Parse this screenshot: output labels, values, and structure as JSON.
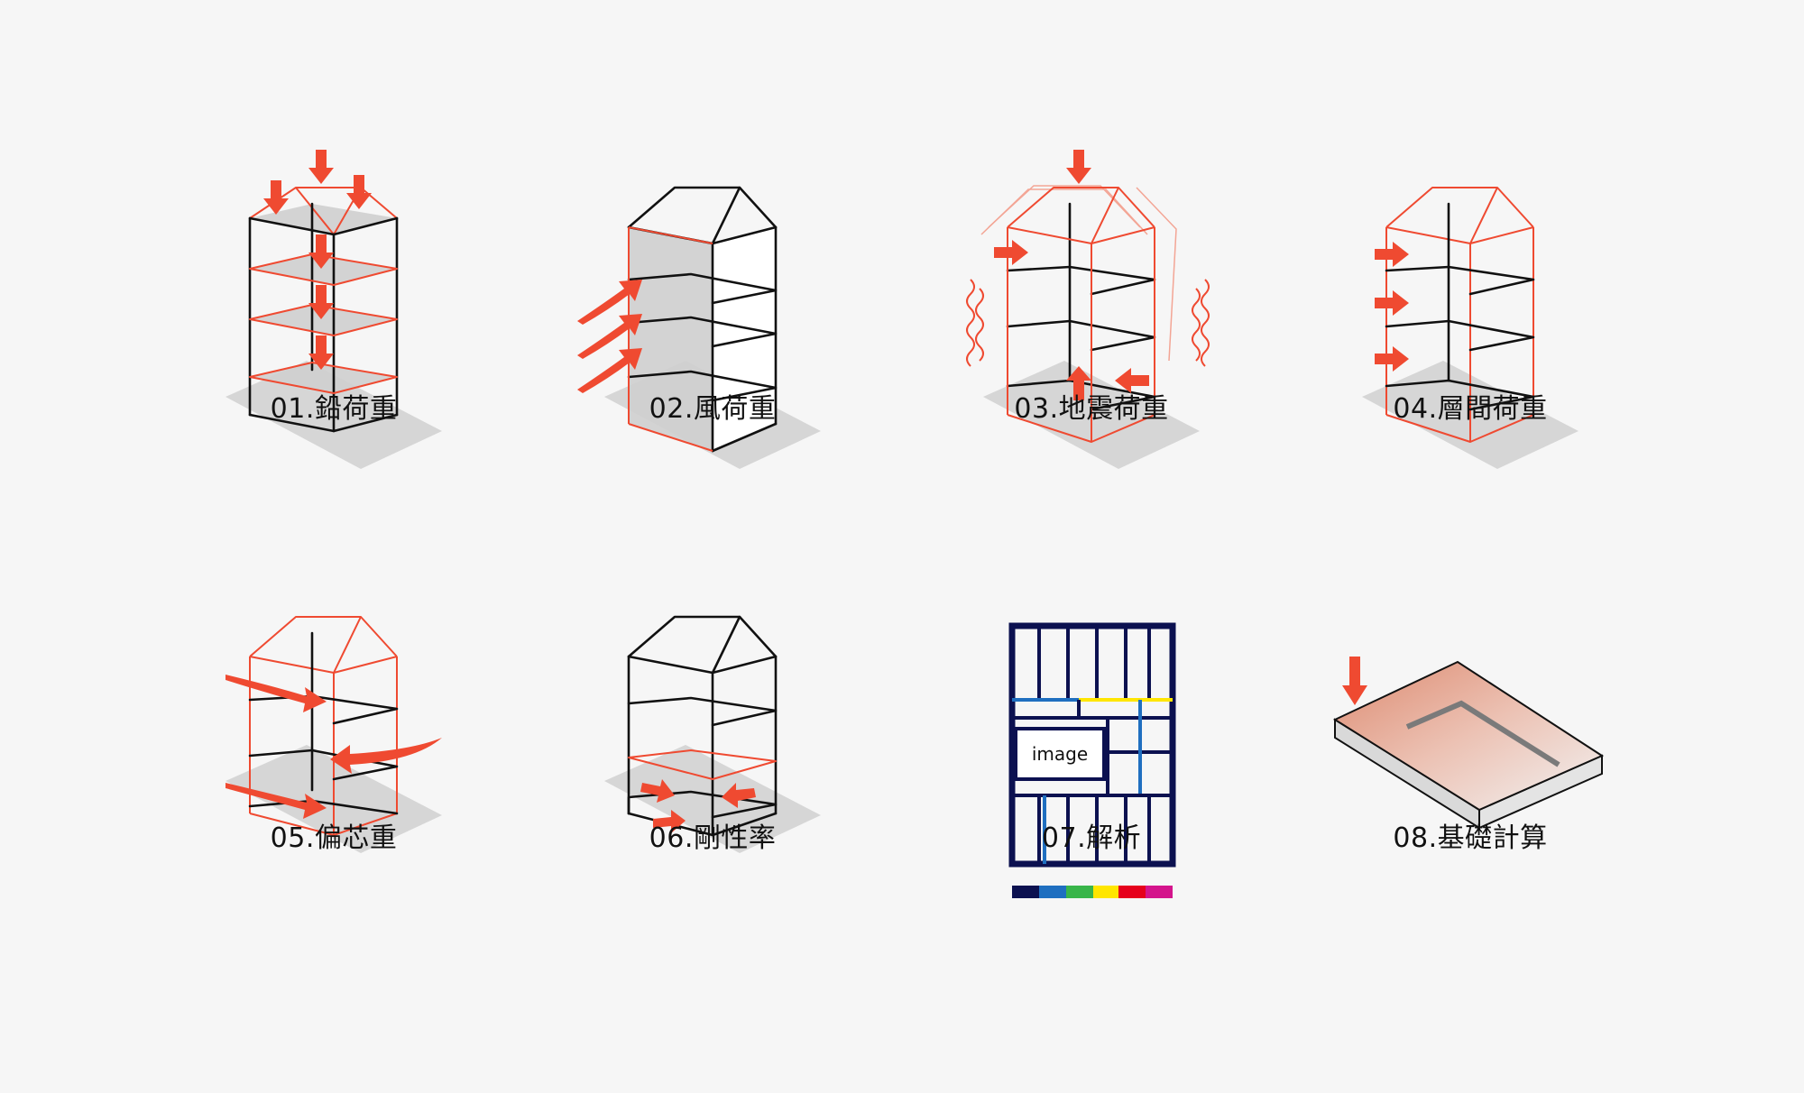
{
  "items": [
    {
      "label": "01.鉛荷重"
    },
    {
      "label": "02.風荷重"
    },
    {
      "label": "03.地震荷重"
    },
    {
      "label": "04.層間荷重"
    },
    {
      "label": "05.偏芯重"
    },
    {
      "label": "06.剛性率"
    },
    {
      "label": "07.解析"
    },
    {
      "label": "08.基礎計算"
    }
  ],
  "analysis_box_text": "image",
  "colors": {
    "accent": "#ef4a31",
    "line": "#111111",
    "navy": "#0c1150",
    "bar": [
      "#0c1150",
      "#1f6fc0",
      "#39b54a",
      "#ffe600",
      "#e6001c",
      "#d4148c"
    ]
  }
}
